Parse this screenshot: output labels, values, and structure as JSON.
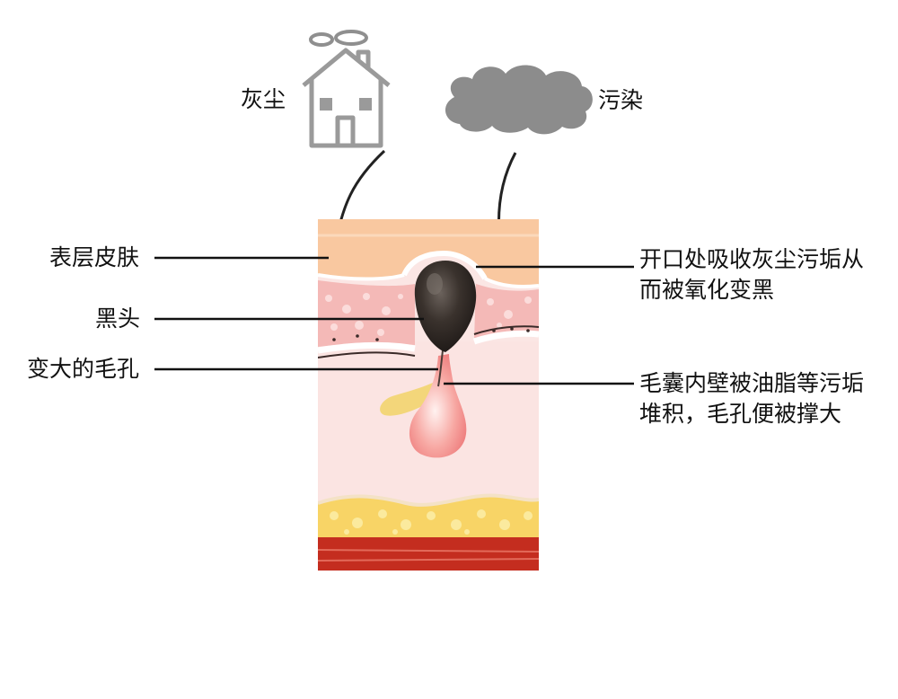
{
  "labels": {
    "dust": "灰尘",
    "pollution": "污染",
    "epidermis": "表层皮肤",
    "blackhead": "黑头",
    "enlarged_pore": "变大的毛孔",
    "opening": "开口处吸收灰尘污垢从而被氧化变黑",
    "follicle_wall": "毛囊内壁被油脂等污垢堆积，毛孔便被撑大"
  },
  "icons": {
    "house": "house-icon",
    "cloud": "cloud-icon",
    "smoke": "smoke-rings-icon"
  },
  "colors": {
    "skin_surface": "#f9c8a0",
    "epidermis_pink": "#f4b9b7",
    "dermis": "#fbe4e2",
    "fat_yellow": "#f8d466",
    "muscle_red": "#c42d1f",
    "blackhead": "#2b2522",
    "follicle": "#f08a8a",
    "sebum": "#f3d67a",
    "house_gray": "#9a9a9a",
    "cloud_gray": "#8c8c8c"
  }
}
